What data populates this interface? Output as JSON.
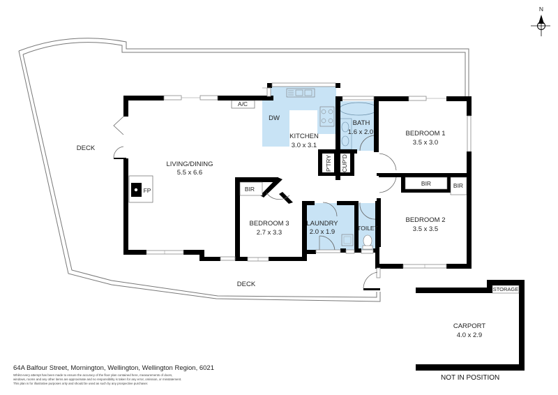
{
  "floorplan": {
    "address": "64A Balfour Street, Mornington, Wellington, Wellington Region, 6021",
    "disclaimer": [
      "Whilst every attempt has been made to ensure the accuracy of the floor plan contained here, measurements of doors,",
      "windows, rooms and any other items are approximate and no responsibility is taken for any error, omission, or misstatement.",
      "This plan is for illustrative purposes only and should be used as such by any prospective purchaser."
    ],
    "compass": {
      "label": "N",
      "icon": "north-arrow-icon"
    },
    "not_in_position": "NOT IN POSITION",
    "rooms": {
      "living": {
        "name": "LIVING/DINING",
        "size": "5.5 x 6.6"
      },
      "kitchen": {
        "name": "KITCHEN",
        "size": "3.0 x 3.1"
      },
      "bath": {
        "name": "BATH",
        "size": "1.6 x 2.0"
      },
      "bedroom1": {
        "name": "BEDROOM 1",
        "size": "3.5 x 3.0"
      },
      "bedroom2": {
        "name": "BEDROOM 2",
        "size": "3.5 x 3.5"
      },
      "bedroom3": {
        "name": "BEDROOM 3",
        "size": "2.7 x 3.3"
      },
      "laundry": {
        "name": "LAUNDRY",
        "size": "2.0 x 1.9"
      },
      "toilet": {
        "name": "TOILET"
      },
      "carport": {
        "name": "CARPORT",
        "size": "4.0 x 2.9"
      },
      "storage": {
        "name": "STORAGE"
      },
      "deck_west": {
        "name": "DECK"
      },
      "deck_south": {
        "name": "DECK"
      },
      "pantry": {
        "name": "P'TRY"
      },
      "cupboard": {
        "name": "CUP'D"
      },
      "bir_bed1a": {
        "name": "BIR"
      },
      "bir_bed1b": {
        "name": "BIR"
      },
      "bir_bed3": {
        "name": "BIR"
      }
    },
    "fixtures": {
      "dw": "DW",
      "ac": "A/C",
      "fp": "FP"
    },
    "colors": {
      "wet_area": "#c8e3f5",
      "wall": "#000000",
      "deck_line": "#777777"
    }
  }
}
